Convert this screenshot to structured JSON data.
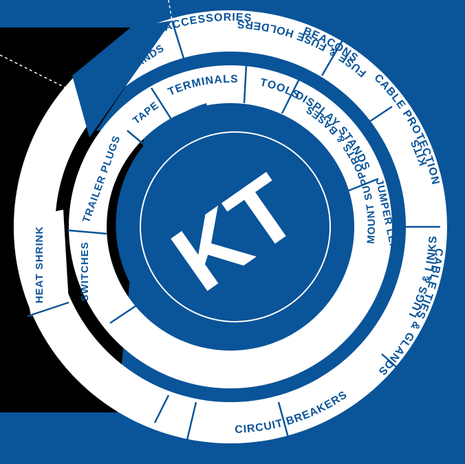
{
  "brand": {
    "logo_text": "KT",
    "colors": {
      "primary_blue": "#0a5499",
      "white": "#ffffff",
      "black": "#000000"
    }
  },
  "outer_ring": [
    {
      "label": "BATTERY ACCESSORIES"
    },
    {
      "label": "BEACONS"
    },
    {
      "label": "CABLE PROTECTION"
    },
    {
      "label": "CABLE TIES & GLANDS"
    },
    {
      "label": "CIRCUIT BREAKERS"
    },
    {
      "label": "LUGS & LINKS"
    },
    {
      "label": "KITS"
    },
    {
      "label": "FUSE & FUSE HOLDERS"
    },
    {
      "label": "HEAT SHRINK"
    },
    {
      "label": "CABLE GLANDS"
    }
  ],
  "inner_ring": [
    {
      "label": "TERMINALS"
    },
    {
      "label": "TOOLS"
    },
    {
      "label": "DISPLAY STANDS"
    },
    {
      "label": "JUMPER LEADS"
    },
    {
      "label": "MOUNT SUPPORTS & BASES"
    },
    {
      "label": "SWITCHES"
    },
    {
      "label": "TRAILER PLUGS"
    },
    {
      "label": "TAPE"
    }
  ]
}
